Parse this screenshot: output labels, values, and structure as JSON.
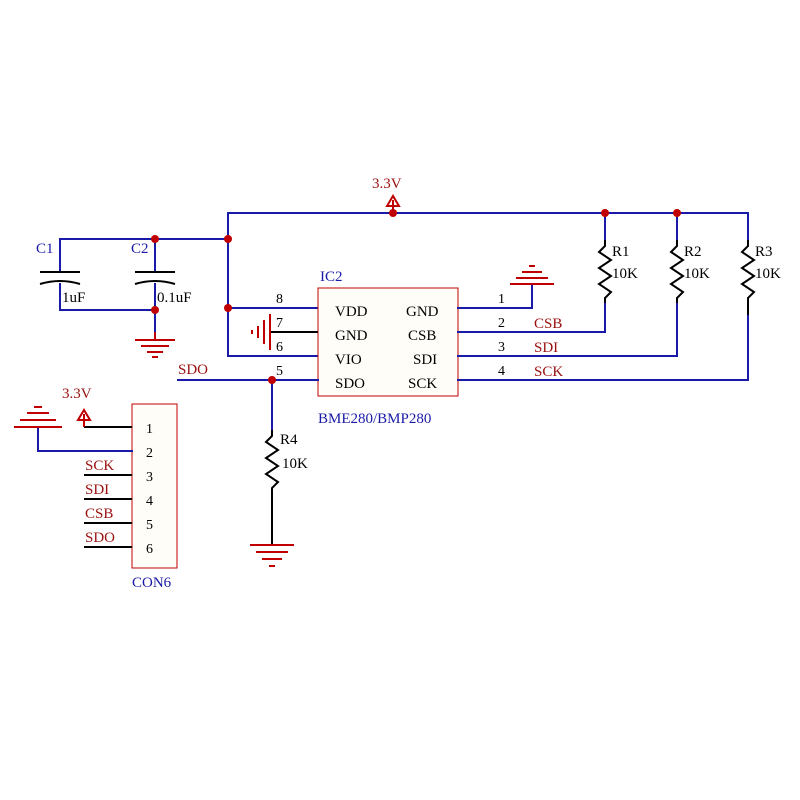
{
  "power_labels": {
    "main": "3.3V",
    "connector": "3.3V"
  },
  "capacitors": [
    {
      "ref": "C1",
      "value": "1uF"
    },
    {
      "ref": "C2",
      "value": "0.1uF"
    }
  ],
  "ic": {
    "ref": "IC2",
    "part": "BME280/BMP280",
    "left_pins": [
      {
        "num": "8",
        "name": "VDD"
      },
      {
        "num": "7",
        "name": "GND"
      },
      {
        "num": "6",
        "name": "VIO"
      },
      {
        "num": "5",
        "name": "SDO"
      }
    ],
    "right_pins": [
      {
        "num": "1",
        "name": "GND"
      },
      {
        "num": "2",
        "name": "CSB"
      },
      {
        "num": "3",
        "name": "SDI"
      },
      {
        "num": "4",
        "name": "SCK"
      }
    ]
  },
  "resistors": [
    {
      "ref": "R1",
      "value": "10K"
    },
    {
      "ref": "R2",
      "value": "10K"
    },
    {
      "ref": "R3",
      "value": "10K"
    },
    {
      "ref": "R4",
      "value": "10K"
    }
  ],
  "net_labels": {
    "csb": "CSB",
    "sdi": "SDI",
    "sck": "SCK",
    "sdo": "SDO"
  },
  "connector": {
    "ref": "CON6",
    "pins": [
      "1",
      "2",
      "3",
      "4",
      "5",
      "6"
    ],
    "nets": [
      "SCK",
      "SDI",
      "CSB",
      "SDO"
    ]
  },
  "colors": {
    "wire": "#1a1aa8",
    "power": "#c00000",
    "component": "#000000"
  }
}
